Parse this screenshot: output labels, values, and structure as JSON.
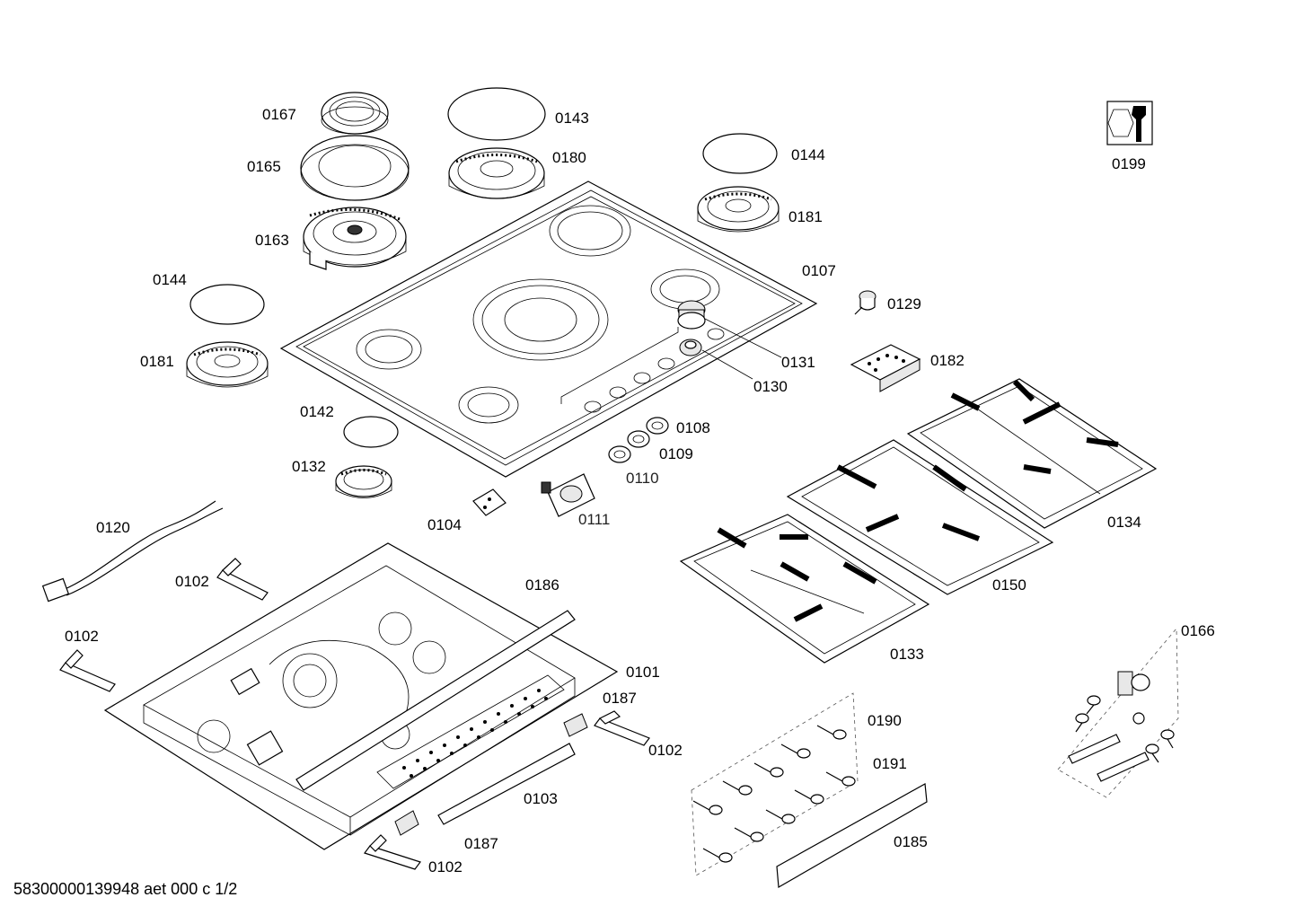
{
  "parts": [
    {
      "key": "p0167",
      "label": "0167"
    },
    {
      "key": "p0143",
      "label": "0143"
    },
    {
      "key": "p0165",
      "label": "0165"
    },
    {
      "key": "p0180",
      "label": "0180"
    },
    {
      "key": "p0144a",
      "label": "0144"
    },
    {
      "key": "p0163",
      "label": "0163"
    },
    {
      "key": "p0181a",
      "label": "0181"
    },
    {
      "key": "p0107",
      "label": "0107"
    },
    {
      "key": "p0144b",
      "label": "0144"
    },
    {
      "key": "p0129",
      "label": "0129"
    },
    {
      "key": "p0181b",
      "label": "0181"
    },
    {
      "key": "p0131",
      "label": "0131"
    },
    {
      "key": "p0130",
      "label": "0130"
    },
    {
      "key": "p0182",
      "label": "0182"
    },
    {
      "key": "p0142",
      "label": "0142"
    },
    {
      "key": "p0108",
      "label": "0108"
    },
    {
      "key": "p0109",
      "label": "0109"
    },
    {
      "key": "p0132",
      "label": "0132"
    },
    {
      "key": "p0110",
      "label": "0110"
    },
    {
      "key": "p0120",
      "label": "0120"
    },
    {
      "key": "p0104",
      "label": "0104"
    },
    {
      "key": "p0111",
      "label": "0111"
    },
    {
      "key": "p0134",
      "label": "0134"
    },
    {
      "key": "p0102a",
      "label": "0102"
    },
    {
      "key": "p0186",
      "label": "0186"
    },
    {
      "key": "p0150",
      "label": "0150"
    },
    {
      "key": "p0102b",
      "label": "0102"
    },
    {
      "key": "p0166",
      "label": "0166"
    },
    {
      "key": "p0133",
      "label": "0133"
    },
    {
      "key": "p0101",
      "label": "0101"
    },
    {
      "key": "p0187a",
      "label": "0187"
    },
    {
      "key": "p0190",
      "label": "0190"
    },
    {
      "key": "p0102c",
      "label": "0102"
    },
    {
      "key": "p0191",
      "label": "0191"
    },
    {
      "key": "p0103",
      "label": "0103"
    },
    {
      "key": "p0185",
      "label": "0185"
    },
    {
      "key": "p0187b",
      "label": "0187"
    },
    {
      "key": "p0102d",
      "label": "0102"
    },
    {
      "key": "p0199",
      "label": "0199"
    }
  ],
  "footer": "58300000139948 aet 000 c 1/2",
  "icons": {
    "service": "wrench-nut-icon"
  }
}
